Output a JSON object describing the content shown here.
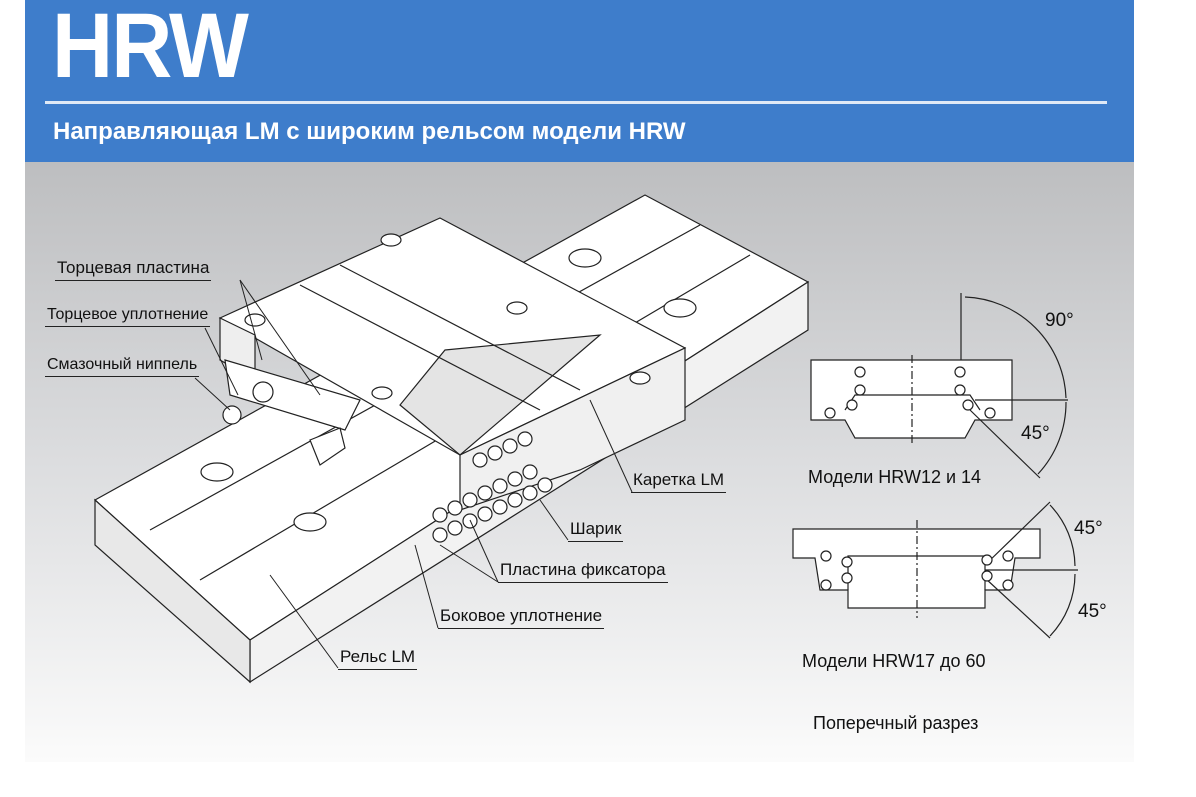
{
  "header": {
    "title": "HRW",
    "subtitle": "Направляющая LM с широким рельсом модели HRW"
  },
  "labels": {
    "end_plate": "Торцевая пластина",
    "end_seal": "Торцевое уплотнение",
    "grease_nipple": "Смазочный ниппель",
    "lm_block": "Каретка LM",
    "ball": "Шарик",
    "retainer_plate": "Пластина фиксатора",
    "side_seal": "Боковое уплотнение",
    "lm_rail": "Рельс LM"
  },
  "cross_section": {
    "angle_90": "90°",
    "angle_45_a": "45°",
    "caption_small": "Модели HRW12 и 14",
    "angle_45_b": "45°",
    "angle_45_c": "45°",
    "caption_large": "Модели HRW17 до 60",
    "title": "Поперечный разрез"
  },
  "colors": {
    "header_blue": "#3e7dcb",
    "body_gray": "#bdbec0"
  }
}
